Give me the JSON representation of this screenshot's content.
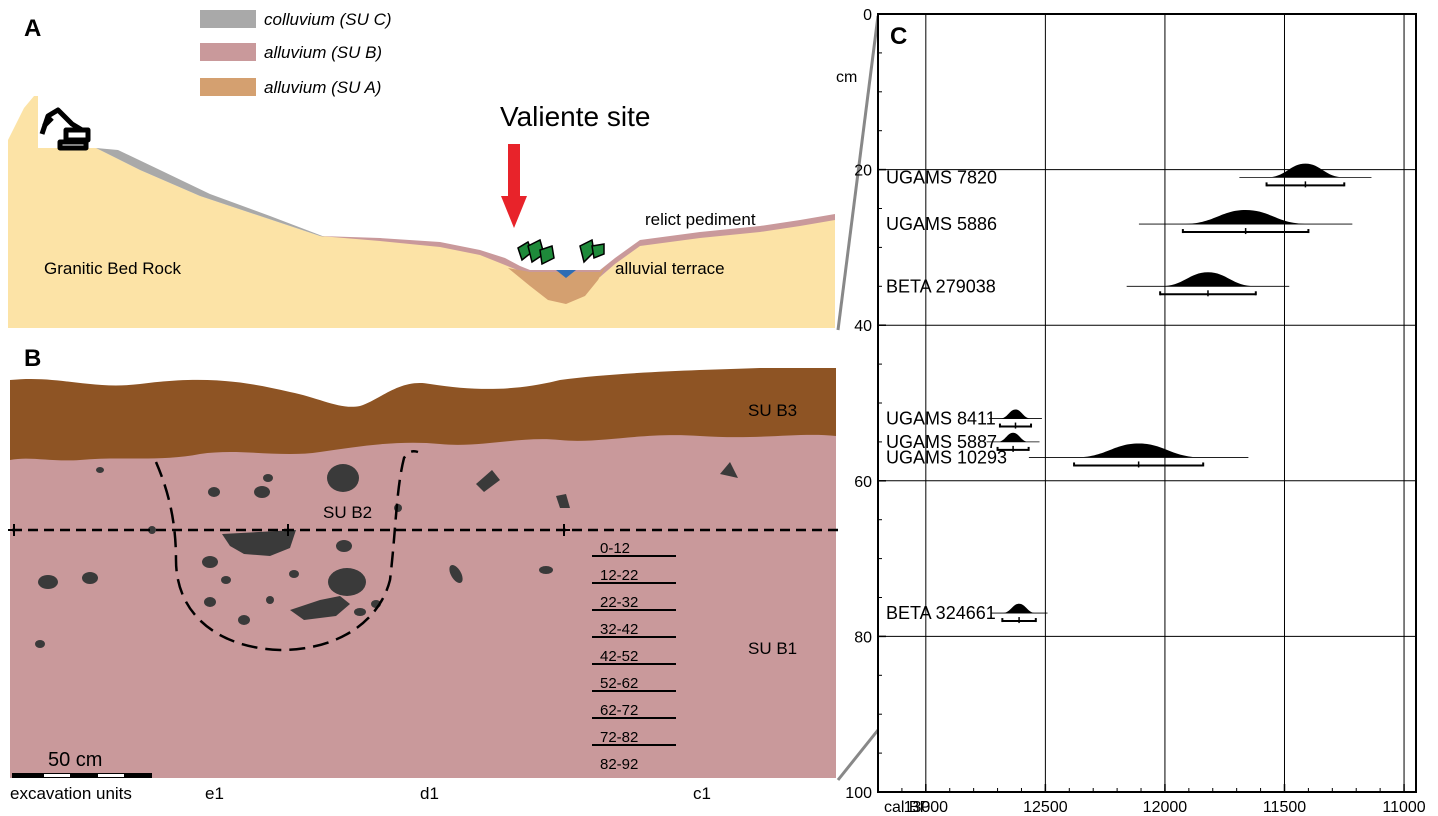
{
  "panel_a": {
    "label": "A",
    "legend": [
      {
        "text": "colluvium (SU C)",
        "color": "#a9a9a9"
      },
      {
        "text": "alluvium (SU B)",
        "color": "#c9999b"
      },
      {
        "text": "alluvium (SU A)",
        "color": "#d4a070"
      }
    ],
    "site_label": "Valiente site",
    "bedrock_label": "Granitic Bed Rock",
    "pediment_label": "relict pediment",
    "terrace_label": "alluvial terrace",
    "colors": {
      "bedrock": "#fce3a6",
      "arrow": "#e8232a",
      "water": "#2e6db4",
      "tree": "#1e8a3a"
    }
  },
  "panel_b": {
    "label": "B",
    "unit_top": "SU B3",
    "unit_mid": "SU B2",
    "unit_bottom": "SU B1",
    "depth_intervals": [
      "0-12",
      "12-22",
      "22-32",
      "32-42",
      "42-52",
      "52-62",
      "62-72",
      "72-82",
      "82-92"
    ],
    "scale_label": "50 cm",
    "excavation_label": "excavation units",
    "units": [
      "e1",
      "d1",
      "c1"
    ],
    "colors": {
      "su_b3": "#8e5424",
      "su_b1": "#c9999b",
      "rocks": "#3a3a3a"
    }
  },
  "panel_c": {
    "label": "C"
  },
  "chart_data": {
    "type": "scatter",
    "xlabel": "cal BP",
    "ylabel": "cm",
    "xlim": [
      13200,
      10950
    ],
    "ylim": [
      100,
      0
    ],
    "x_ticks": [
      "13000",
      "12500",
      "12000",
      "11500",
      "11000"
    ],
    "y_ticks": [
      "0",
      "20",
      "40",
      "60",
      "80",
      "100"
    ],
    "samples": [
      {
        "name": "UGAMS 7820",
        "depth": 21,
        "range_cal_bp": [
          11575,
          11250
        ]
      },
      {
        "name": "UGAMS 5886",
        "depth": 27,
        "range_cal_bp": [
          11925,
          11400
        ]
      },
      {
        "name": "BETA 279038",
        "depth": 35,
        "range_cal_bp": [
          12020,
          11620
        ]
      },
      {
        "name": "UGAMS 8411",
        "depth": 52,
        "range_cal_bp": [
          12690,
          12560
        ]
      },
      {
        "name": "UGAMS 5887",
        "depth": 55,
        "range_cal_bp": [
          12700,
          12570
        ]
      },
      {
        "name": "UGAMS 10293",
        "depth": 57,
        "range_cal_bp": [
          12380,
          11840
        ]
      },
      {
        "name": "BETA 324661",
        "depth": 77,
        "range_cal_bp": [
          12680,
          12540
        ]
      }
    ]
  }
}
